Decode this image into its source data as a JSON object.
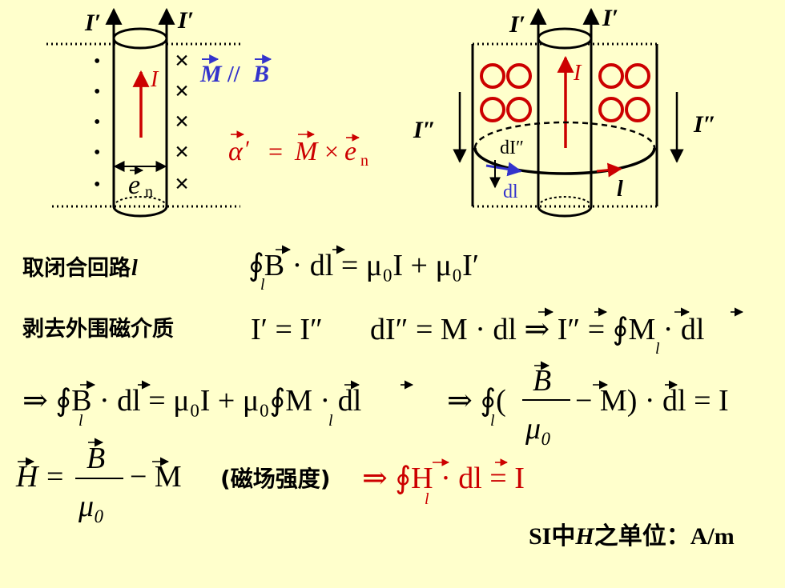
{
  "colors": {
    "background": "#ffffcc",
    "red": "#cc0000",
    "blue": "#3333cc",
    "black": "#000000"
  },
  "left_figure": {
    "current_label_top_left": "I′",
    "current_label_top_right": "I′",
    "inner_current": "I",
    "dot_symbol": "•",
    "cross_symbol": "×",
    "relation_M": "M",
    "relation_sep": "//",
    "relation_B": "B",
    "normal_e": "e",
    "normal_sub": "n",
    "alpha_symbol": "α",
    "alpha_prime": "′",
    "alpha_eq": "=",
    "alpha_M": "M",
    "alpha_times": "×",
    "alpha_e": "e",
    "alpha_sub": "n"
  },
  "right_figure": {
    "current_label_top_left": "I′",
    "current_label_top_right": "I′",
    "inner_current": "I",
    "side_current_left": "I″",
    "side_current_right": "I″",
    "dI_label": "dI″",
    "dl_label": "dl",
    "loop_label": "l"
  },
  "lines": {
    "line1_label": "取闭合回路",
    "line1_label_l": "l",
    "line1_eq": "∮B · dl = μ₀I + μ₀I′",
    "line1_sub_l": "l",
    "line2_label": "剥去外围磁介质",
    "line2_eq_a": "I′ = I″",
    "line2_eq_b": "dI″ = M · dl ⇒ I″ = ∮M · dl",
    "line2_sub_l": "l",
    "line3_eq_a": "⇒ ∮B · dl = μ₀I + μ₀∮M · dl",
    "line3_eq_b_pre": "⇒ ∮(",
    "line3_frac_num": "B",
    "line3_frac_den": "μ₀",
    "line3_eq_b_post": "− M) · dl = I",
    "line3_sub_l": "l",
    "line4_H": "H",
    "line4_eq": "=",
    "line4_frac_num": "B",
    "line4_frac_den": "μ₀",
    "line4_minus_M": "− M",
    "line4_note": "(磁场强度)",
    "line4_result": "⇒ ∮H · dl = I",
    "line4_sub_l": "l",
    "si_prefix": "SI中",
    "si_H": "H",
    "si_suffix": "之单位：A/m"
  }
}
